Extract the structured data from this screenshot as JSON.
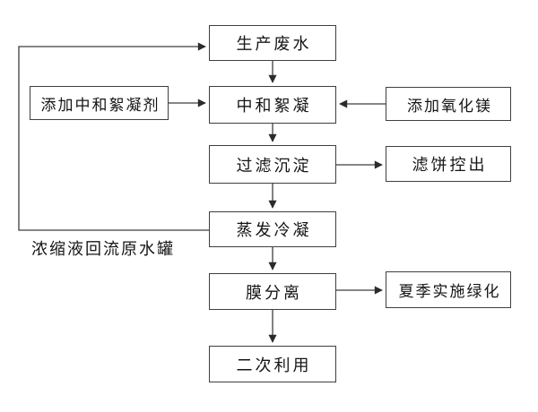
{
  "diagram": {
    "type": "flowchart",
    "language": "zh-CN",
    "nodes": {
      "production_wastewater": "生产废水",
      "add_neutralizing_flocculant": "添加中和絮凝剂",
      "neutralization_flocculation": "中和絮凝",
      "add_magnesium_oxide": "添加氧化镁",
      "filtration_sedimentation": "过滤沉淀",
      "filter_cake_discharge": "滤饼控出",
      "evaporation_condensation": "蒸发冷凝",
      "membrane_separation": "膜分离",
      "summer_greening": "夏季实施绿化",
      "secondary_use": "二次利用"
    },
    "labels": {
      "concentrate_return_line": "浓缩液回流原水罐"
    },
    "edges": [
      {
        "from": "production_wastewater",
        "to": "neutralization_flocculation"
      },
      {
        "from": "add_neutralizing_flocculant",
        "to": "neutralization_flocculation"
      },
      {
        "from": "add_magnesium_oxide",
        "to": "neutralization_flocculation"
      },
      {
        "from": "neutralization_flocculation",
        "to": "filtration_sedimentation"
      },
      {
        "from": "filtration_sedimentation",
        "to": "filter_cake_discharge"
      },
      {
        "from": "filtration_sedimentation",
        "to": "evaporation_condensation"
      },
      {
        "from": "evaporation_condensation",
        "to": "production_wastewater",
        "label": "浓缩液回流原水罐",
        "route": "left-return-loop"
      },
      {
        "from": "evaporation_condensation",
        "to": "membrane_separation"
      },
      {
        "from": "membrane_separation",
        "to": "summer_greening"
      },
      {
        "from": "membrane_separation",
        "to": "secondary_use"
      }
    ],
    "colors": {
      "line": "#3f3f3f",
      "box_border": "#3f3f3f",
      "box_fill": "#ffffff",
      "text": "#151515",
      "background": "#ffffff"
    }
  }
}
